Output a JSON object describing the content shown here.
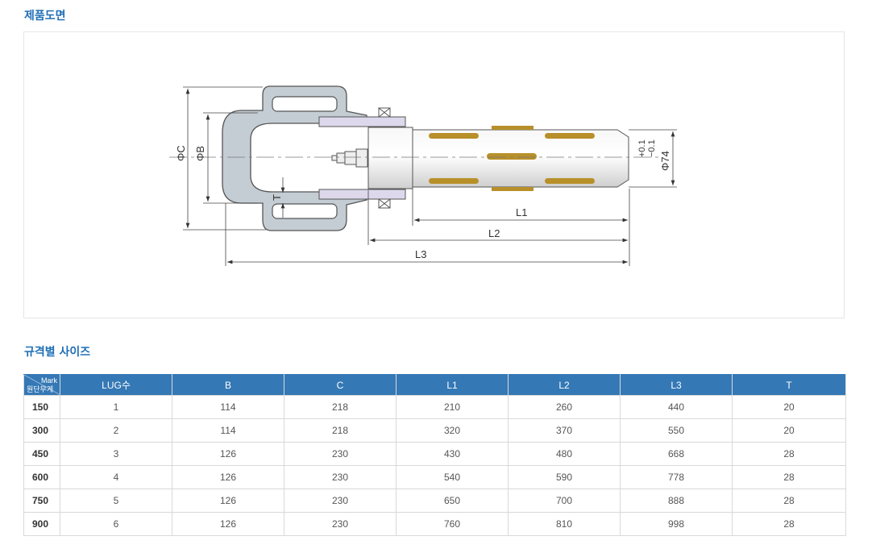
{
  "sections": {
    "drawing_title": "제품도면",
    "spec_title": "규격별 사이즈"
  },
  "drawing": {
    "labels": {
      "phi_c": "ΦC",
      "phi_b": "ΦB",
      "t": "T",
      "l1": "L1",
      "l2": "L2",
      "l3": "L3",
      "phi_74": "Φ74",
      "tol_plus": "+0.1",
      "tol_minus": "−0.1"
    },
    "colors": {
      "lug": "#c4cdd3",
      "plate": "#ddd8ec",
      "thread": "#b8902a"
    }
  },
  "table": {
    "corner_top": "Mark",
    "corner_bottom": "원단무게",
    "headers": [
      "LUG수",
      "B",
      "C",
      "L1",
      "L2",
      "L3",
      "T"
    ],
    "rows": [
      {
        "mark": "150",
        "values": [
          "1",
          "114",
          "218",
          "210",
          "260",
          "440",
          "20"
        ]
      },
      {
        "mark": "300",
        "values": [
          "2",
          "114",
          "218",
          "320",
          "370",
          "550",
          "20"
        ]
      },
      {
        "mark": "450",
        "values": [
          "3",
          "126",
          "230",
          "430",
          "480",
          "668",
          "28"
        ]
      },
      {
        "mark": "600",
        "values": [
          "4",
          "126",
          "230",
          "540",
          "590",
          "778",
          "28"
        ]
      },
      {
        "mark": "750",
        "values": [
          "5",
          "126",
          "230",
          "650",
          "700",
          "888",
          "28"
        ]
      },
      {
        "mark": "900",
        "values": [
          "6",
          "126",
          "230",
          "760",
          "810",
          "998",
          "28"
        ]
      }
    ],
    "header_color": "#3478b5"
  }
}
